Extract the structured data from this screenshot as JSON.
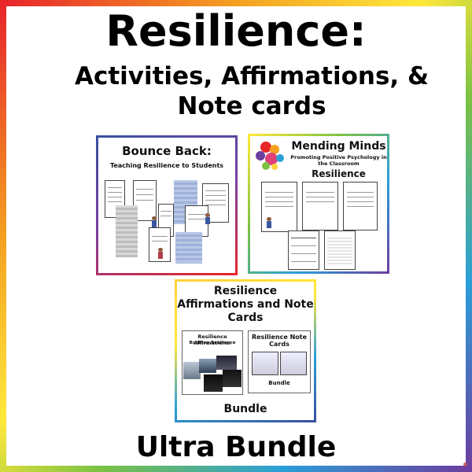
{
  "title": "Resilience:",
  "subtitle": "Activities, Affirmations, & Note cards",
  "bottom_title": "Ultra Bundle",
  "card1": {
    "title": "Bounce Back:",
    "subtitle": "Teaching Resilience to Students"
  },
  "card2": {
    "title": "Mending Minds",
    "subtitle": "Promoting Positive Psychology in the Classroom",
    "heading": "Resilience"
  },
  "card3": {
    "title": "Resilience Affirmations and Note Cards",
    "left_panel_title": "Resilience Affirmations:",
    "left_panel_subtitle": "Building Resilience",
    "right_panel_title": "Resilience Note Cards",
    "right_panel_bundle": "Bundle",
    "bottom": "Bundle"
  },
  "colors": {
    "border_gradient": [
      "#e8262b",
      "#f4a021",
      "#ffe83a",
      "#7cc242",
      "#2a9fd8",
      "#6b3fa0"
    ]
  }
}
